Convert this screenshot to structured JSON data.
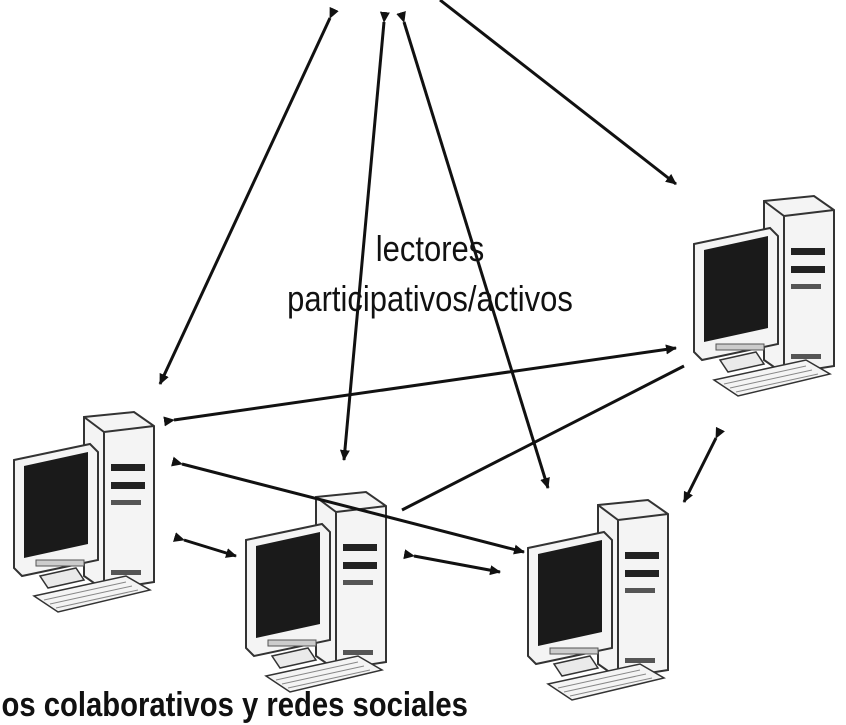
{
  "diagram": {
    "center_label_line1": "lectores",
    "center_label_line2": "participativos/activos",
    "bottom_label": "rios colaborativos y redes sociales"
  },
  "colors": {
    "stroke": "#111111",
    "monitor_screen": "#1a1a1a",
    "case_fill": "#f4f4f4",
    "background": "#ffffff"
  },
  "icons": [
    "computer-icon",
    "arrow-icon"
  ]
}
